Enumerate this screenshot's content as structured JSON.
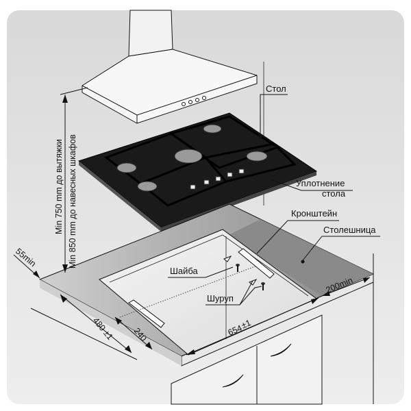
{
  "labels": {
    "table": "Стол",
    "seal_line1": "Уплотнение",
    "seal_line2": "стола",
    "bracket": "Кронштейн",
    "countertop": "Столешница",
    "washer": "Шайба",
    "screw": "Шуруп"
  },
  "dimensions": {
    "height_hood": "Min 750 mm до вытяжки",
    "height_cabinets": "Min 850 mm до навесных шкафов",
    "front_gap": "55min",
    "depth": "480",
    "depth_tol": "±1",
    "bracket_offset": "240",
    "width": "654",
    "width_tol": "±1",
    "side_gap": "200min"
  },
  "colors": {
    "background": "#e6e6e6",
    "countertop": "#8c8c8c",
    "glass": "#1a1a1a"
  }
}
